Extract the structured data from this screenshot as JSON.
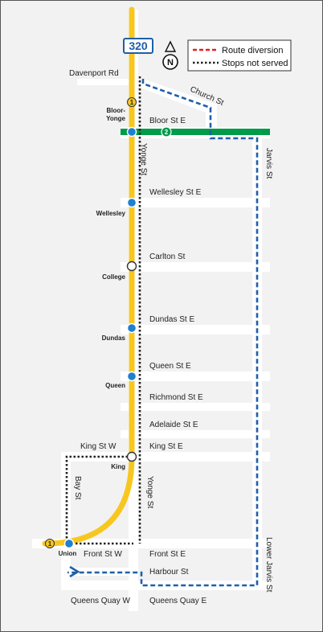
{
  "route": {
    "number": "320"
  },
  "north_label": "N",
  "legend": {
    "diversion": "Route diversion",
    "not_served": "Stops not served"
  },
  "colors": {
    "background": "#f2f2f2",
    "street": "#ffffff",
    "line1": "#f7c71f",
    "line2": "#009b48",
    "diversion": "#1f5fa8",
    "not_served": "#222222",
    "legend_red": "#e02020"
  },
  "streets": {
    "davenport": "Davenport Rd",
    "church": "Church St",
    "bloor": "Bloor St E",
    "jarvis": "Jarvis St",
    "yonge_upper": "Yonge St",
    "wellesley": "Wellesley St E",
    "carlton": "Carlton St",
    "dundas": "Dundas St E",
    "queen": "Queen St E",
    "richmond": "Richmond St E",
    "adelaide": "Adelaide St E",
    "king_w": "King St W",
    "king_e": "King St E",
    "bay": "Bay St",
    "yonge_lower": "Yonge St",
    "front_w": "Front St W",
    "front_e": "Front St E",
    "harbour": "Harbour St",
    "lower_jarvis": "Lower Jarvis St",
    "queens_quay_w": "Queens Quay W",
    "queens_quay_e": "Queens Quay E"
  },
  "stations": {
    "bloor_yonge_1": "Bloor-",
    "bloor_yonge_2": "Yonge",
    "wellesley": "Wellesley",
    "college": "College",
    "dundas": "Dundas",
    "queen": "Queen",
    "king": "King",
    "union": "Union"
  },
  "line_badges": {
    "line1": "1",
    "line2": "2"
  },
  "icons": {
    "accessible": "accessible-icon",
    "north": "north-arrow-icon",
    "direction": "direction-arrow-icon"
  }
}
